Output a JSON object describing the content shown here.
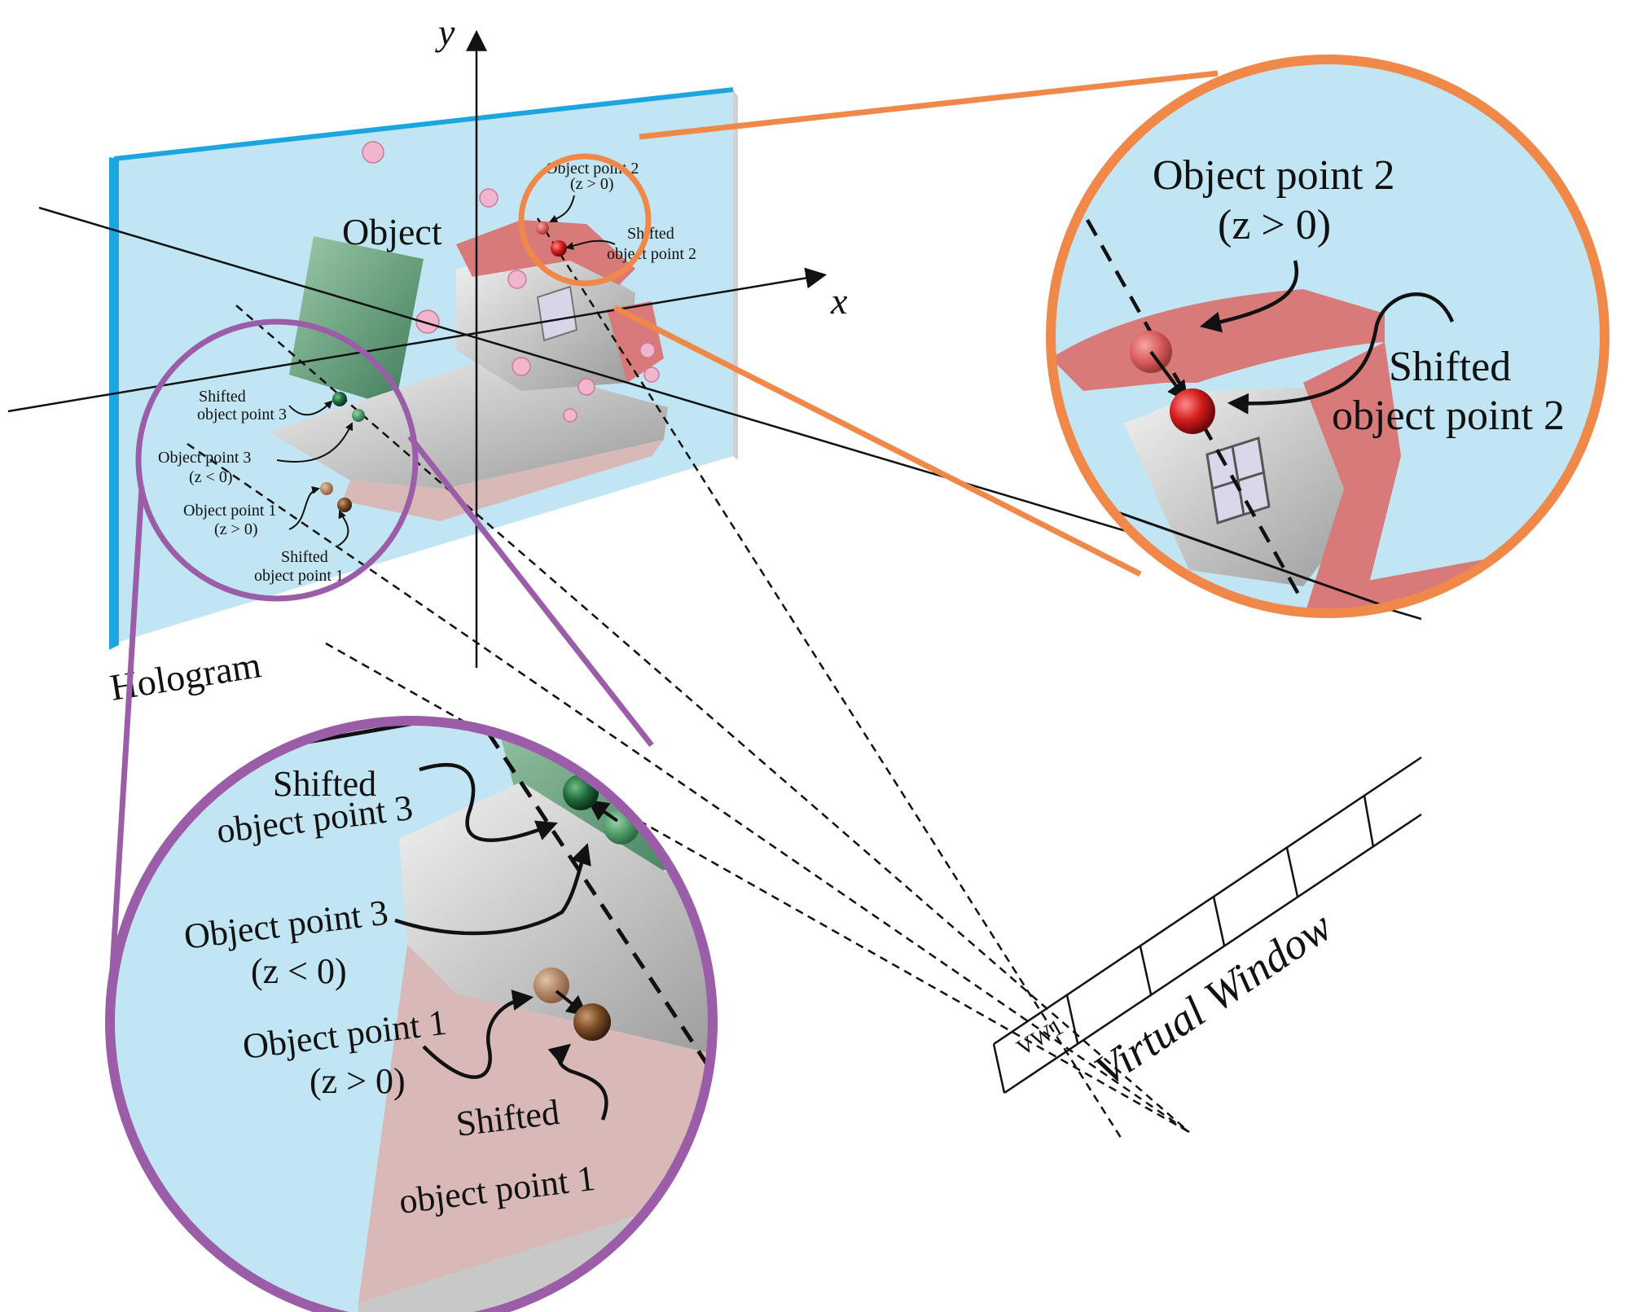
{
  "axes": {
    "x_label": "x",
    "y_label": "y"
  },
  "hologram": {
    "label": "Hologram",
    "object_label": "Object"
  },
  "scene_labels": {
    "object_point_2": "Object point 2",
    "object_point_2_cond": "(z > 0)",
    "shifted_object_point_2": "Shifted",
    "shifted_object_point_2b": "object point 2",
    "shifted_object_point_3": "Shifted",
    "shifted_object_point_3b": "object point 3",
    "object_point_3": "Object point 3",
    "object_point_3_cond": "(z < 0)",
    "object_point_1": "Object point 1",
    "object_point_1_cond": "(z > 0)",
    "shifted_object_point_1": "Shifted",
    "shifted_object_point_1b": "object point 1"
  },
  "zoom_orange": {
    "color": "#f0884a",
    "object_point_2": "Object point 2",
    "object_point_2_cond": "(z > 0)",
    "shifted_line1": "Shifted",
    "shifted_line2": "object point 2"
  },
  "zoom_purple": {
    "color": "#9b5ca8",
    "shifted3_line1": "Shifted",
    "shifted3_line2": "object point 3",
    "object_point_3": "Object point 3",
    "object_point_3_cond": "(z < 0)",
    "object_point_1": "Object point 1",
    "object_point_1_cond": "(z > 0)",
    "shifted1_line1": "Shifted",
    "shifted1_line2": "object point 1"
  },
  "virtual_window": {
    "label": "Virtual Window",
    "cell_label": "VW1"
  },
  "colors": {
    "hologram_fill": "#c2e5f3",
    "hologram_edge": "#1ba6e0",
    "point2": "#cc1a1a",
    "point3": "#1f6b3a",
    "point1": "#7a4a26"
  }
}
